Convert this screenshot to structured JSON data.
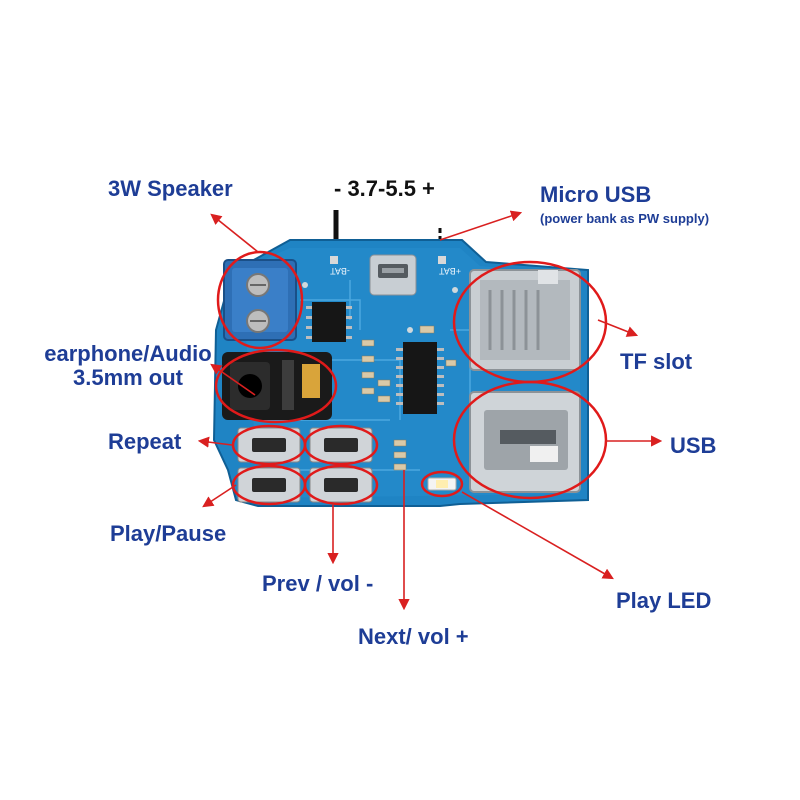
{
  "colors": {
    "label": "#1e3d96",
    "pcb": "#1f84c4",
    "callout_circle": "#e01a1a",
    "arrow": "#d92020",
    "power_lead": "#111111"
  },
  "callouts": {
    "speaker": "3W Speaker",
    "power": "- 3.7-5.5 +",
    "micro_usb": "Micro USB",
    "micro_usb_note": "(power bank as PW supply)",
    "audio_line1": "earphone/Audio",
    "audio_line2": "3.5mm out",
    "tf_slot": "TF slot",
    "repeat": "Repeat",
    "usb": "USB",
    "play_pause": "Play/Pause",
    "prev_vol": "Prev / vol -",
    "play_led": "Play LED",
    "next_vol": "Next/ vol +"
  },
  "silkscreen": {
    "bat_neg": "-BAT",
    "bat_pos": "+BAT"
  },
  "icons": [
    "terminal-block-icon",
    "audio-jack-icon",
    "sd-card-slot-icon",
    "usb-port-icon",
    "tactile-button-icon",
    "led-icon",
    "arrow-icon"
  ]
}
